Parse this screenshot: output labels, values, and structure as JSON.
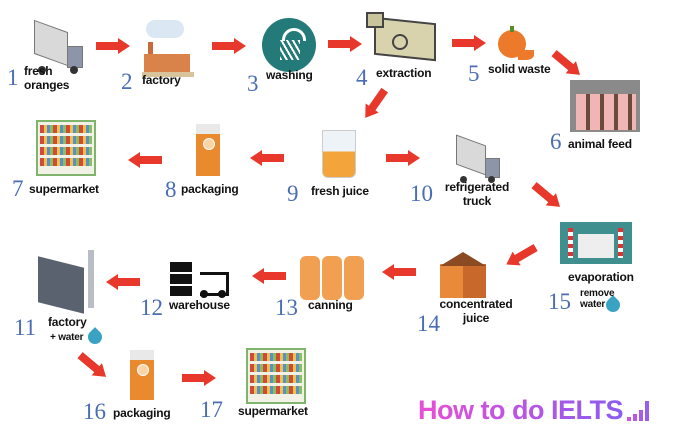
{
  "steps": [
    {
      "num": "1",
      "label": "fresh oranges",
      "icon": "truck-icon"
    },
    {
      "num": "2",
      "label": "factory",
      "icon": "factory-icon"
    },
    {
      "num": "3",
      "label": "washing",
      "icon": "washing-icon"
    },
    {
      "num": "4",
      "label": "extraction",
      "icon": "extraction-machine-icon"
    },
    {
      "num": "5",
      "label": "solid waste",
      "icon": "orange-peel-icon"
    },
    {
      "num": "6",
      "label": "animal feed",
      "icon": "pig-pen-icon"
    },
    {
      "num": "7",
      "label": "supermarket",
      "icon": "supermarket-shelf-icon"
    },
    {
      "num": "8",
      "label": "packaging",
      "icon": "juice-carton-icon"
    },
    {
      "num": "9",
      "label": "fresh juice",
      "icon": "juice-glass-icon"
    },
    {
      "num": "10",
      "label": "refrigerated truck",
      "icon": "truck-icon"
    },
    {
      "num": "11",
      "label": "factory",
      "sub": "+ water",
      "icon": "factory-icon"
    },
    {
      "num": "12",
      "label": "warehouse",
      "icon": "forklift-icon"
    },
    {
      "num": "13",
      "label": "canning",
      "icon": "cans-icon"
    },
    {
      "num": "14",
      "label": "concentrated juice",
      "icon": "cube-icon"
    },
    {
      "num": "15",
      "label": "evaporation",
      "sub": "remove water",
      "icon": "evaporation-plant-icon"
    },
    {
      "num": "16",
      "label": "packaging",
      "icon": "juice-carton-icon"
    },
    {
      "num": "17",
      "label": "supermarket",
      "icon": "supermarket-shelf-icon"
    }
  ],
  "logo": {
    "text": "How to do IELTS",
    "colors": [
      "#e84fd6",
      "#8a5cf0"
    ]
  },
  "colors": {
    "arrow": "#e8382c",
    "number": "#4a6db5"
  }
}
